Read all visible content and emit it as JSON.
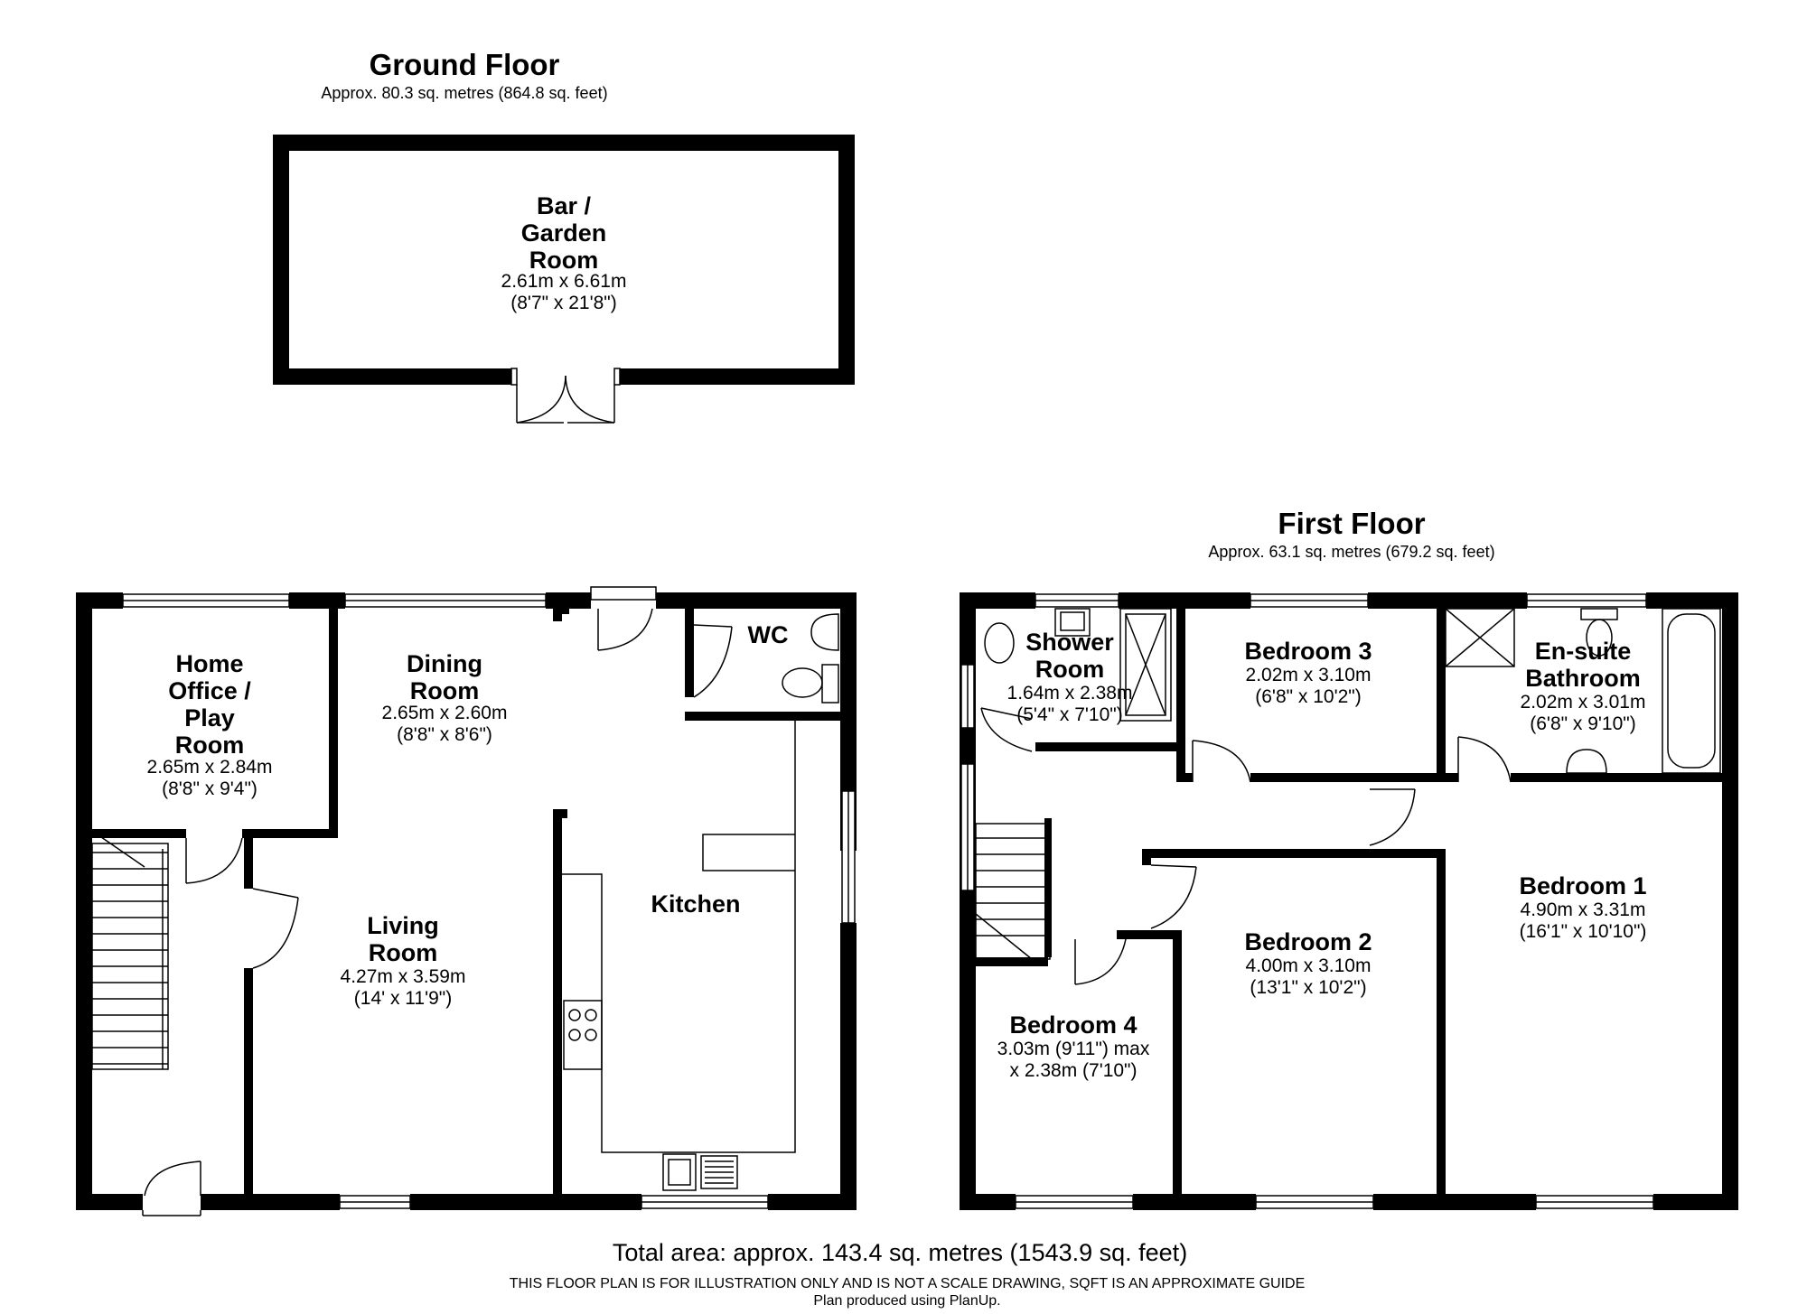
{
  "ground_floor": {
    "title": "Ground Floor",
    "area": "Approx. 80.3 sq. metres (864.8 sq. feet)"
  },
  "first_floor": {
    "title": "First Floor",
    "area": "Approx. 63.1 sq. metres (679.2 sq. feet)"
  },
  "rooms": {
    "bar_garden": {
      "name": "Bar /\nGarden\nRoom",
      "metric": "2.61m x 6.61m",
      "imperial": "(8'7\" x 21'8\")"
    },
    "home_office": {
      "name": "Home\nOffice /\nPlay\nRoom",
      "metric": "2.65m x 2.84m",
      "imperial": "(8'8\" x 9'4\")"
    },
    "dining": {
      "name": "Dining\nRoom",
      "metric": "2.65m x 2.60m",
      "imperial": "(8'8\" x 8'6\")"
    },
    "wc": {
      "name": "WC"
    },
    "kitchen": {
      "name": "Kitchen"
    },
    "living": {
      "name": "Living\nRoom",
      "metric": "4.27m x 3.59m",
      "imperial": "(14' x 11'9\")"
    },
    "shower": {
      "name": "Shower\nRoom",
      "metric": "1.64m x 2.38m",
      "imperial": "(5'4\" x 7'10\")"
    },
    "bedroom3": {
      "name": "Bedroom 3",
      "metric": "2.02m x 3.10m",
      "imperial": "(6'8\" x 10'2\")"
    },
    "ensuite": {
      "name": "En-suite\nBathroom",
      "metric": "2.02m x 3.01m",
      "imperial": "(6'8\" x 9'10\")"
    },
    "bedroom1": {
      "name": "Bedroom 1",
      "metric": "4.90m x 3.31m",
      "imperial": "(16'1\" x 10'10\")"
    },
    "bedroom2": {
      "name": "Bedroom 2",
      "metric": "4.00m x 3.10m",
      "imperial": "(13'1\" x 10'2\")"
    },
    "bedroom4": {
      "name": "Bedroom 4",
      "metric": "3.03m (9'11\") max",
      "imperial": "x 2.38m (7'10\")"
    }
  },
  "footer": {
    "total": "Total area: approx. 143.4 sq. metres (1543.9 sq. feet)",
    "disclaimer": "THIS FLOOR PLAN IS FOR ILLUSTRATION ONLY AND IS NOT A SCALE DRAWING, SQFT IS AN APPROXIMATE GUIDE",
    "credit": "Plan produced using PlanUp."
  }
}
